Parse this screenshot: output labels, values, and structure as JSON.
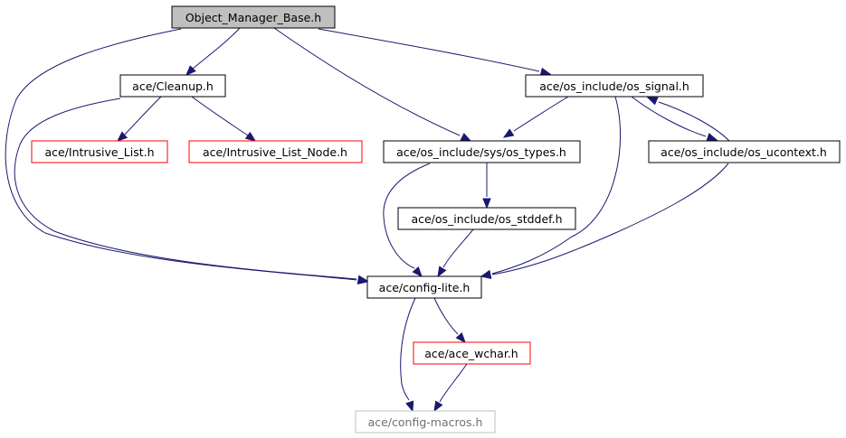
{
  "nodes": {
    "object_manager_base": {
      "label": "Object_Manager_Base.h",
      "style": "root"
    },
    "cleanup": {
      "label": "ace/Cleanup.h",
      "style": "normal"
    },
    "os_signal": {
      "label": "ace/os_include/os_signal.h",
      "style": "normal"
    },
    "intrusive_list": {
      "label": "ace/Intrusive_List.h",
      "style": "truncated"
    },
    "intrusive_list_node": {
      "label": "ace/Intrusive_List_Node.h",
      "style": "truncated"
    },
    "os_types": {
      "label": "ace/os_include/sys/os_types.h",
      "style": "normal"
    },
    "os_ucontext": {
      "label": "ace/os_include/os_ucontext.h",
      "style": "normal"
    },
    "os_stddef": {
      "label": "ace/os_include/os_stddef.h",
      "style": "normal"
    },
    "config_lite": {
      "label": "ace/config-lite.h",
      "style": "normal"
    },
    "ace_wchar": {
      "label": "ace/ace_wchar.h",
      "style": "truncated"
    },
    "config_macros": {
      "label": "ace/config-macros.h",
      "style": "muted"
    }
  },
  "edges": [
    {
      "from": "object_manager_base",
      "to": "cleanup"
    },
    {
      "from": "object_manager_base",
      "to": "os_signal"
    },
    {
      "from": "object_manager_base",
      "to": "os_types"
    },
    {
      "from": "object_manager_base",
      "to": "config_lite"
    },
    {
      "from": "cleanup",
      "to": "intrusive_list"
    },
    {
      "from": "cleanup",
      "to": "intrusive_list_node"
    },
    {
      "from": "cleanup",
      "to": "config_lite"
    },
    {
      "from": "os_signal",
      "to": "os_types"
    },
    {
      "from": "os_signal",
      "to": "os_ucontext"
    },
    {
      "from": "os_signal",
      "to": "config_lite"
    },
    {
      "from": "os_ucontext",
      "to": "os_signal"
    },
    {
      "from": "os_ucontext",
      "to": "config_lite"
    },
    {
      "from": "os_types",
      "to": "os_stddef"
    },
    {
      "from": "os_types",
      "to": "config_lite"
    },
    {
      "from": "os_stddef",
      "to": "config_lite"
    },
    {
      "from": "config_lite",
      "to": "ace_wchar"
    },
    {
      "from": "config_lite",
      "to": "config_macros"
    },
    {
      "from": "ace_wchar",
      "to": "config_macros"
    }
  ],
  "colors": {
    "edge": "#191970",
    "root_fill": "#bfbfbf",
    "normal_border": "#000000",
    "truncated_border": "#ff0000",
    "muted_border": "#bfbfbf",
    "muted_text": "#707070"
  }
}
